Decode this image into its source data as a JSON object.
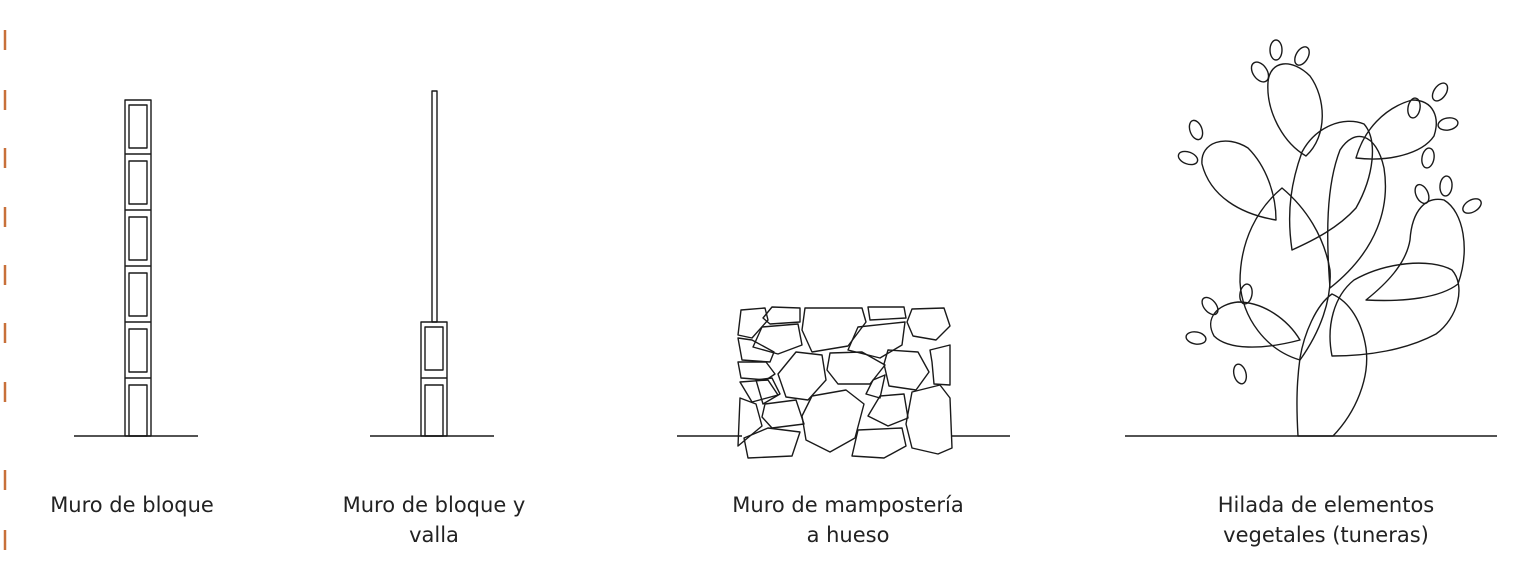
{
  "colors": {
    "stroke": "#1a1a1a",
    "accent": "#c8703a",
    "text": "#222222"
  },
  "captions": {
    "block_wall": {
      "line1": "Muro de bloque"
    },
    "block_wall_fence": {
      "line1": "Muro de bloque y",
      "line2": "valla"
    },
    "masonry_wall": {
      "line1": "Muro de mampostería",
      "line2": "a hueso"
    },
    "cactus_row": {
      "line1": "Hilada de elementos",
      "line2": "vegetales (tuneras)"
    }
  }
}
